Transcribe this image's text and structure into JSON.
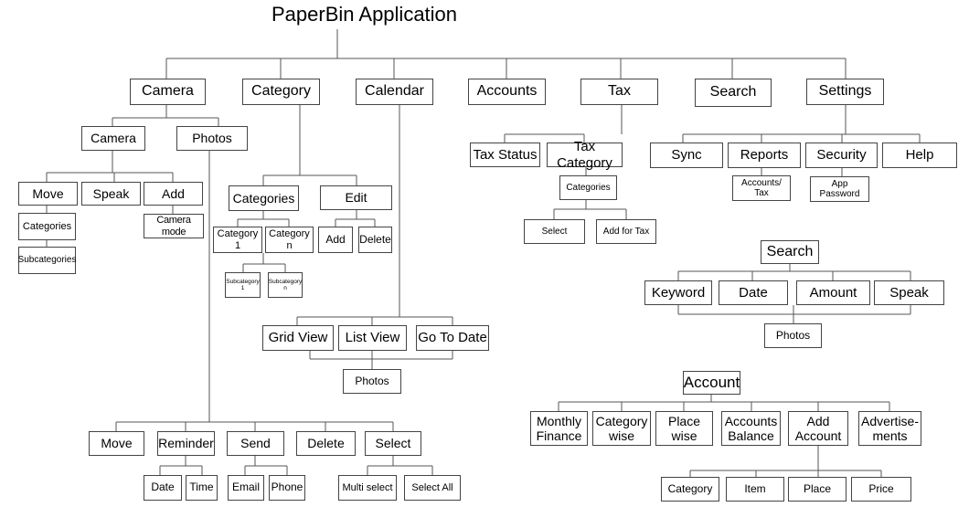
{
  "title": "PaperBin Application",
  "top": {
    "camera": "Camera",
    "category": "Category",
    "calendar": "Calendar",
    "accounts": "Accounts",
    "tax": "Tax",
    "search": "Search",
    "settings": "Settings"
  },
  "camera": {
    "camera": "Camera",
    "photos": "Photos",
    "move": "Move",
    "speak": "Speak",
    "add": "Add",
    "categories": "Categories",
    "subcategories": "Subcategories",
    "camera_mode": "Camera mode"
  },
  "category": {
    "categories": "Categories",
    "edit": "Edit",
    "category1": "Category 1",
    "categoryn": "Category n",
    "add": "Add",
    "delete": "Delete",
    "subcategory1": "Subcategory 1",
    "subcategoryn": "Subcategory n"
  },
  "calendar": {
    "grid_view": "Grid View",
    "list_view": "List View",
    "go_to_date": "Go To Date",
    "photos": "Photos"
  },
  "photos": {
    "move": "Move",
    "reminder": "Reminder",
    "send": "Send",
    "delete": "Delete",
    "select": "Select",
    "date": "Date",
    "time": "Time",
    "email": "Email",
    "phone": "Phone",
    "multi_select": "Multi select",
    "select_all": "Select All"
  },
  "tax": {
    "tax_status": "Tax Status",
    "tax_category": "Tax Category",
    "categories": "Categories",
    "select": "Select",
    "add_for_tax": "Add for Tax"
  },
  "settings": {
    "sync": "Sync",
    "reports": "Reports",
    "security": "Security",
    "help": "Help",
    "accounts_tax": "Accounts/ Tax",
    "app_password": "App Password"
  },
  "search": {
    "search": "Search",
    "keyword": "Keyword",
    "date": "Date",
    "amount": "Amount",
    "speak": "Speak",
    "photos": "Photos"
  },
  "account": {
    "account": "Account",
    "monthly_finance": "Monthly\nFinance",
    "category_wise": "Category\nwise",
    "place_wise": "Place\nwise",
    "accounts_balance": "Accounts\nBalance",
    "add_account": "Add\nAccount",
    "advertisements": "Advertise-\nments",
    "category": "Category",
    "item": "Item",
    "place": "Place",
    "price": "Price"
  }
}
